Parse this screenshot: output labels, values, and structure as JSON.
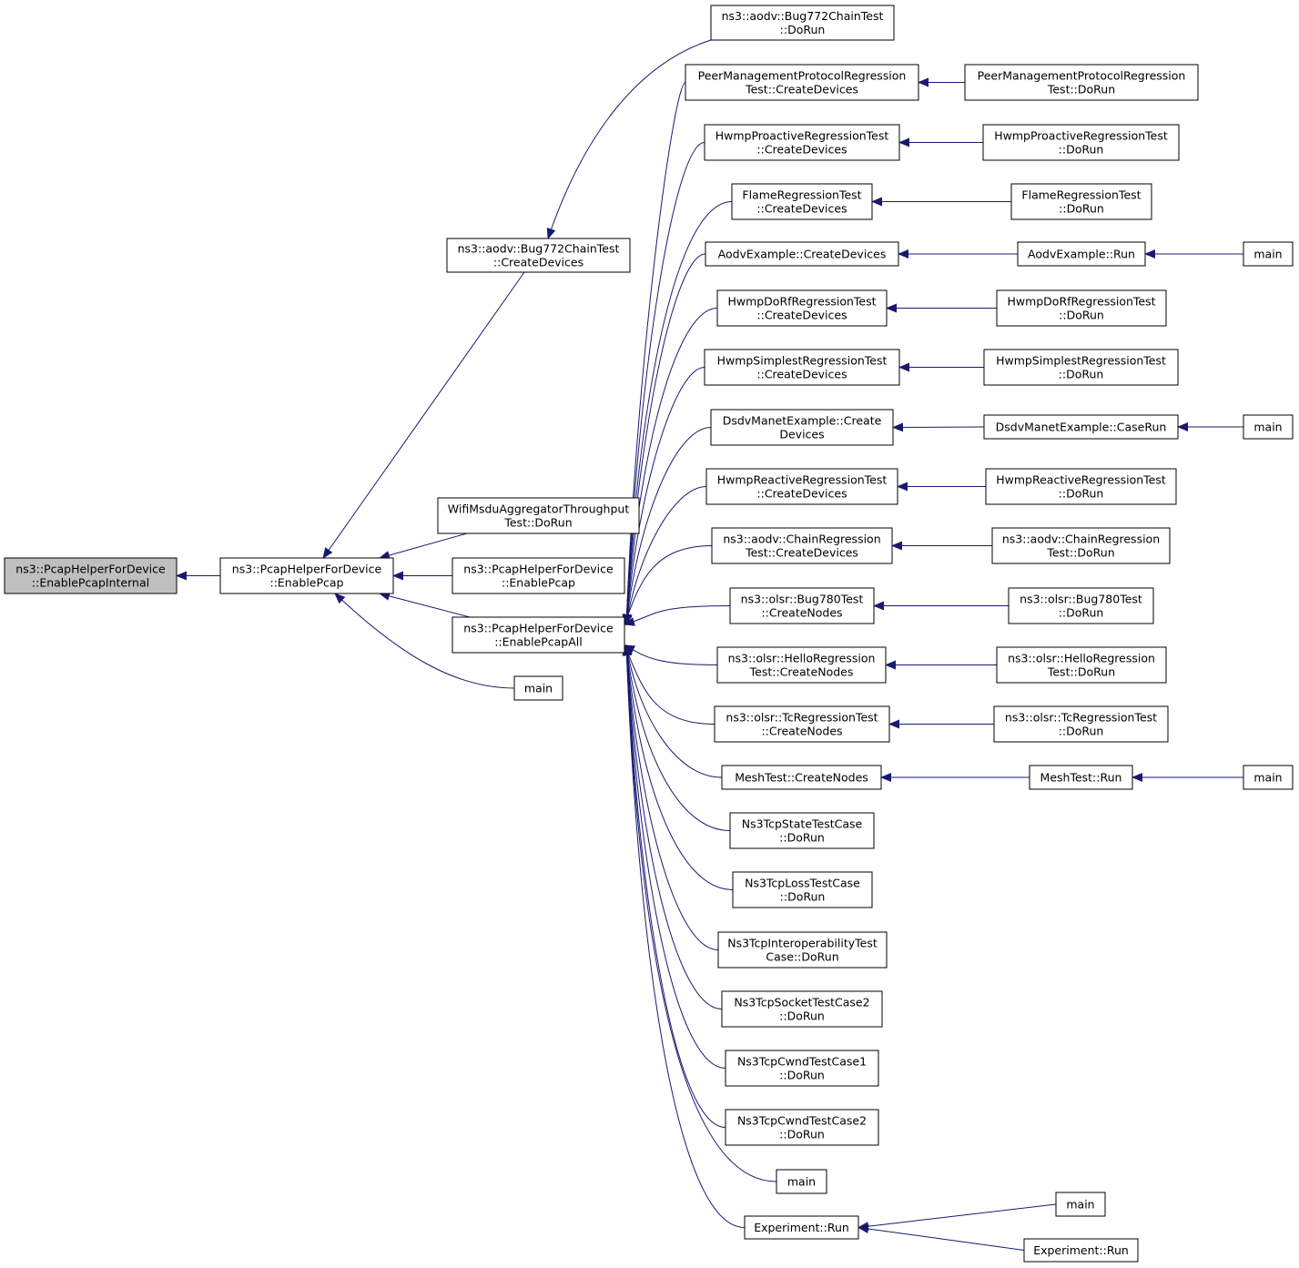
{
  "colors": {
    "edge": "#191970",
    "node_border": "#000000",
    "node_fill": "#ffffff",
    "focus_fill": "#bfbfbf"
  },
  "nodes": {
    "root": [
      "ns3::PcapHelperForDevice",
      "::EnablePcapInternal"
    ],
    "enablePcap": [
      "ns3::PcapHelperForDevice",
      "::EnablePcap"
    ],
    "bug772Create": [
      "ns3::aodv::Bug772ChainTest",
      "::CreateDevices"
    ],
    "wifiMsdu": [
      "WifiMsduAggregatorThroughput",
      "Test::DoRun"
    ],
    "enablePcap2": [
      "ns3::PcapHelperForDevice",
      "::EnablePcap"
    ],
    "enablePcapAll": [
      "ns3::PcapHelperForDevice",
      "::EnablePcapAll"
    ],
    "main1": [
      "main"
    ],
    "bug772DoRun": [
      "ns3::aodv::Bug772ChainTest",
      "::DoRun"
    ],
    "peerCreate": [
      "PeerManagementProtocolRegression",
      "Test::CreateDevices"
    ],
    "hwmpProCreate": [
      "HwmpProactiveRegressionTest",
      "::CreateDevices"
    ],
    "flameCreate": [
      "FlameRegressionTest",
      "::CreateDevices"
    ],
    "aodvExCreate": [
      "AodvExample::CreateDevices"
    ],
    "hwmpDoRfCreate": [
      "HwmpDoRfRegressionTest",
      "::CreateDevices"
    ],
    "hwmpSimpCreate": [
      "HwmpSimplestRegressionTest",
      "::CreateDevices"
    ],
    "dsdvCreate": [
      "DsdvManetExample::Create",
      "Devices"
    ],
    "hwmpReCreate": [
      "HwmpReactiveRegressionTest",
      "::CreateDevices"
    ],
    "aodvChainCreate": [
      "ns3::aodv::ChainRegression",
      "Test::CreateDevices"
    ],
    "olsrBug780Create": [
      "ns3::olsr::Bug780Test",
      "::CreateNodes"
    ],
    "olsrHelloCreate": [
      "ns3::olsr::HelloRegression",
      "Test::CreateNodes"
    ],
    "olsrTcCreate": [
      "ns3::olsr::TcRegressionTest",
      "::CreateNodes"
    ],
    "meshCreate": [
      "MeshTest::CreateNodes"
    ],
    "tcpState": [
      "Ns3TcpStateTestCase",
      "::DoRun"
    ],
    "tcpLoss": [
      "Ns3TcpLossTestCase",
      "::DoRun"
    ],
    "tcpInterop": [
      "Ns3TcpInteroperabilityTest",
      "Case::DoRun"
    ],
    "tcpSocket2": [
      "Ns3TcpSocketTestCase2",
      "::DoRun"
    ],
    "tcpCwnd1": [
      "Ns3TcpCwndTestCase1",
      "::DoRun"
    ],
    "tcpCwnd2": [
      "Ns3TcpCwndTestCase2",
      "::DoRun"
    ],
    "main2": [
      "main"
    ],
    "expRun": [
      "Experiment::Run"
    ],
    "peerDoRun": [
      "PeerManagementProtocolRegression",
      "Test::DoRun"
    ],
    "hwmpProDoRun": [
      "HwmpProactiveRegressionTest",
      "::DoRun"
    ],
    "flameDoRun": [
      "FlameRegressionTest",
      "::DoRun"
    ],
    "aodvExRun": [
      "AodvExample::Run"
    ],
    "hwmpDoRfDoRun": [
      "HwmpDoRfRegressionTest",
      "::DoRun"
    ],
    "hwmpSimpDoRun": [
      "HwmpSimplestRegressionTest",
      "::DoRun"
    ],
    "dsdvCaseRun": [
      "DsdvManetExample::CaseRun"
    ],
    "hwmpReDoRun": [
      "HwmpReactiveRegressionTest",
      "::DoRun"
    ],
    "aodvChainDoRun": [
      "ns3::aodv::ChainRegression",
      "Test::DoRun"
    ],
    "olsrBug780DoRun": [
      "ns3::olsr::Bug780Test",
      "::DoRun"
    ],
    "olsrHelloDoRun": [
      "ns3::olsr::HelloRegression",
      "Test::DoRun"
    ],
    "olsrTcDoRun": [
      "ns3::olsr::TcRegressionTest",
      "::DoRun"
    ],
    "meshRun": [
      "MeshTest::Run"
    ],
    "main3": [
      "main"
    ],
    "expRun2": [
      "Experiment::Run"
    ],
    "main4": [
      "main"
    ],
    "main5": [
      "main"
    ],
    "main6": [
      "main"
    ]
  }
}
